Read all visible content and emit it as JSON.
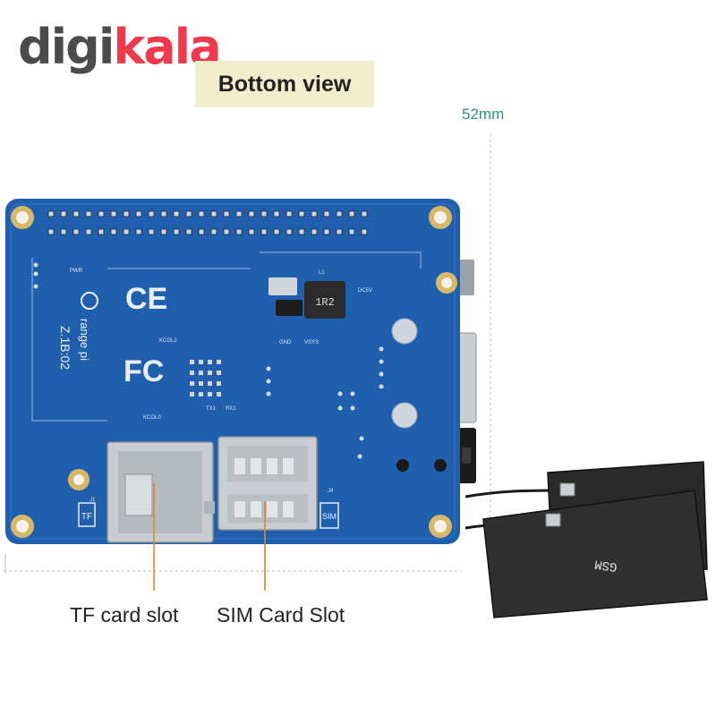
{
  "brand": {
    "logo_part_a": "digi",
    "logo_part_b": "kala",
    "color_a": "#4b4b4b",
    "color_b": "#ef394e"
  },
  "view_title": "Bottom view",
  "dimension": {
    "label": "52mm",
    "color": "#2f8f82"
  },
  "labels": {
    "tf_slot": "TF card slot",
    "sim_slot": "SIM Card Slot",
    "callout_color": "#e0852a"
  },
  "board": {
    "color": "#1f5fae",
    "silkscreen": {
      "ce": "CE",
      "fc": "FC",
      "version": "Z.1B:02",
      "brand_mark": "range pi",
      "inductor": "1R2",
      "inductor_ref": "L1",
      "dc5v": "DC5V",
      "gnd": "GND",
      "vsys": "VSYS",
      "pwr": "PWR",
      "kcol2": "KCOL2",
      "kcol0": "KCOL0",
      "tx1": "TX1",
      "rx1": "RX1",
      "tf": "TF",
      "sim": "SIM",
      "j1": "J1",
      "j4": "J4"
    }
  },
  "antenna": {
    "label": "GSM"
  }
}
